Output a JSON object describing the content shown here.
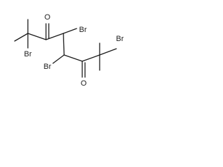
{
  "molecule": {
    "atoms": {
      "br1": "Br",
      "br2": "Br",
      "br3": "Br",
      "br4": "Br",
      "o1": "O",
      "o2": "O"
    }
  }
}
